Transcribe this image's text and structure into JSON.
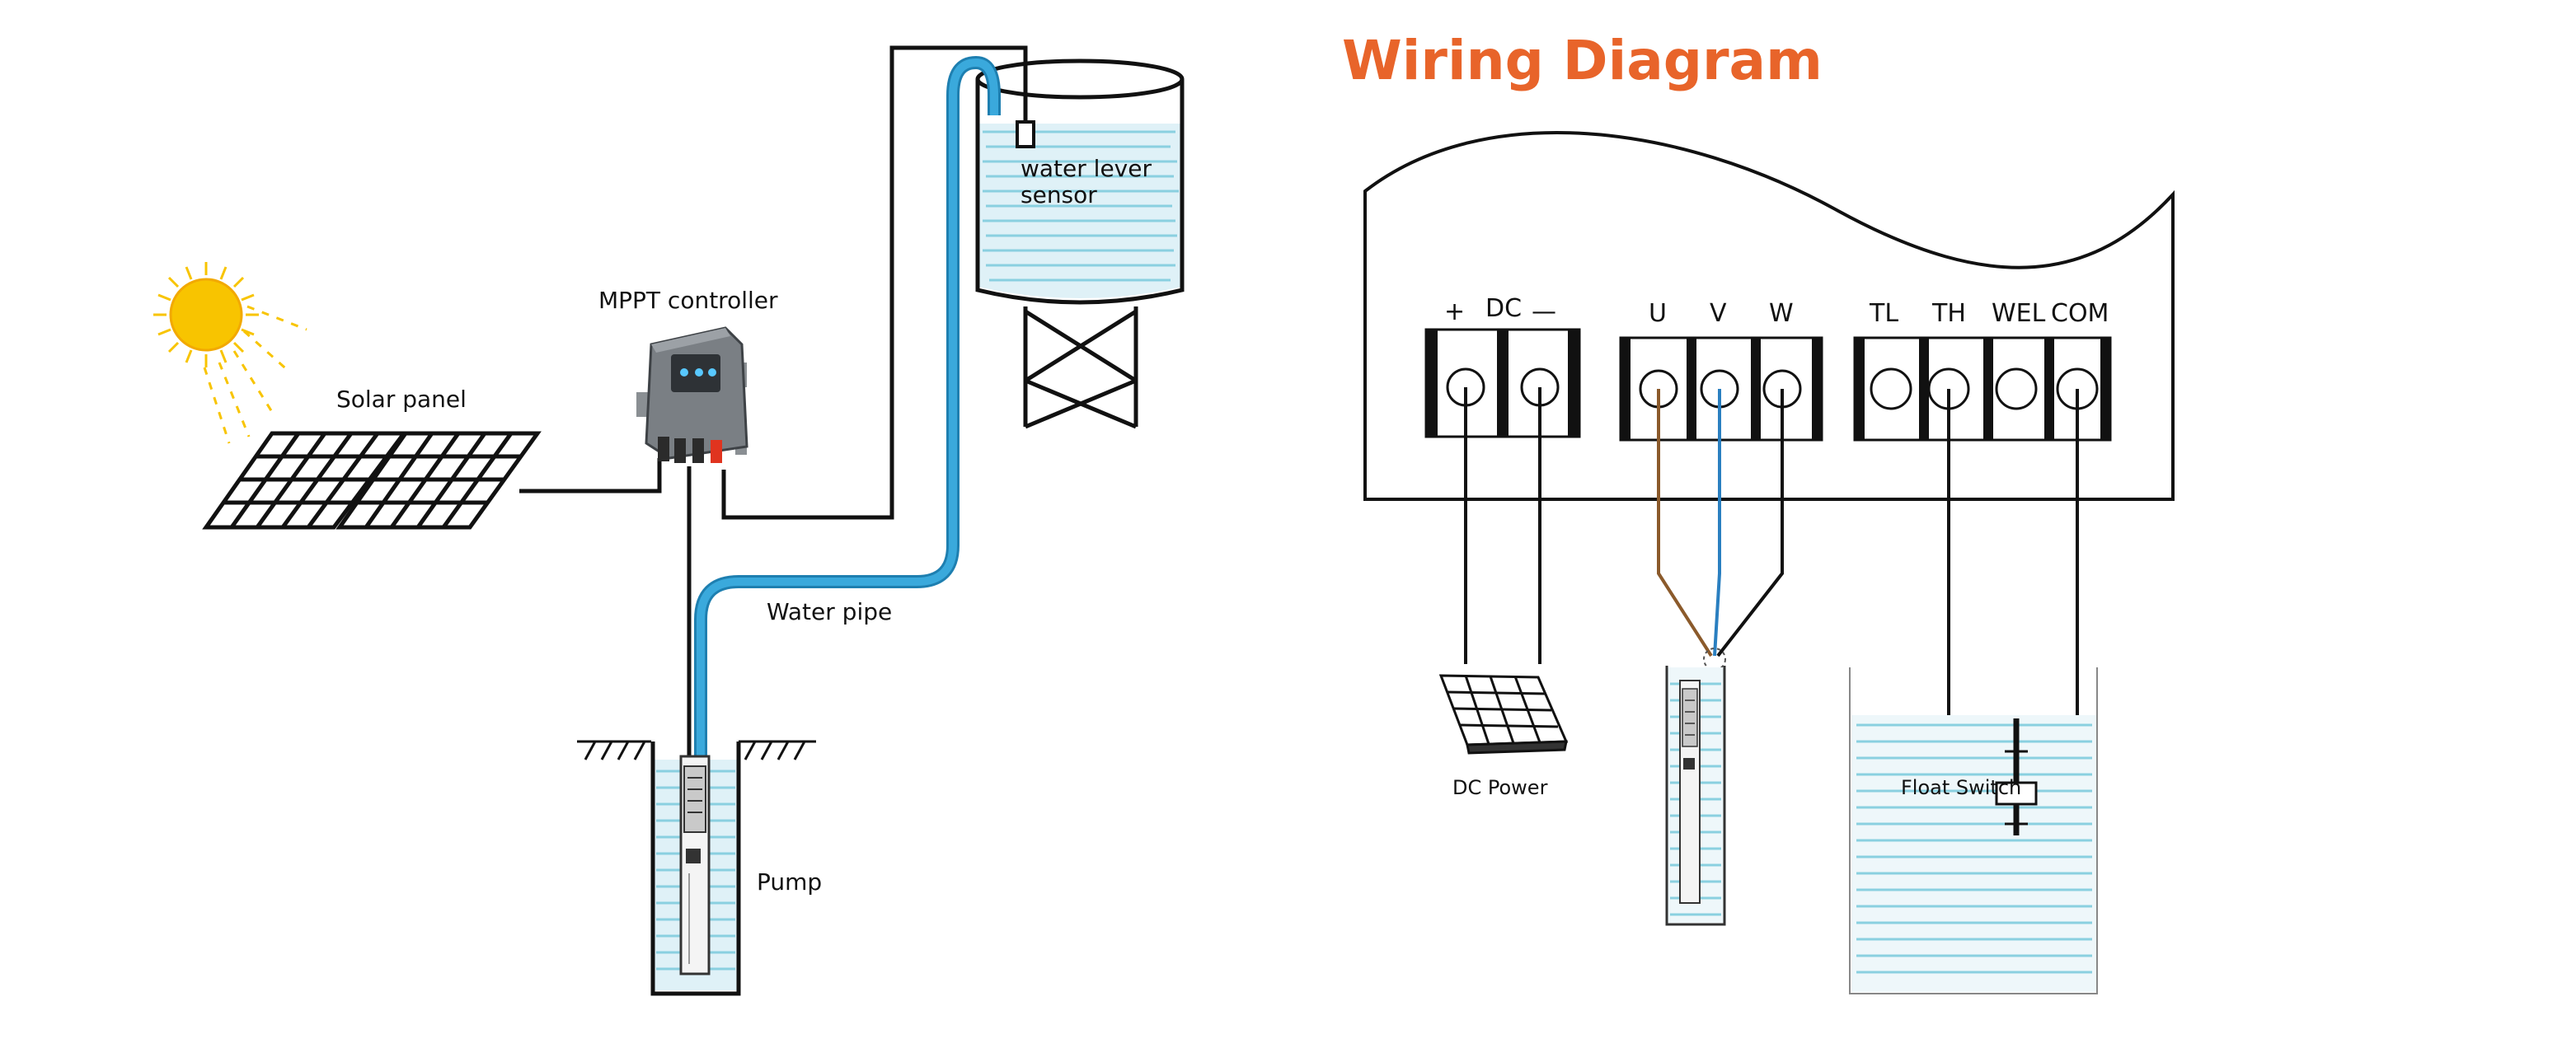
{
  "title": "Wiring Diagram",
  "colors": {
    "title": "#e8642a",
    "pipe": "#3aa9dc",
    "water": "#8ad0e0",
    "sun": "#f8c400",
    "wire_u": "#8b5a2b",
    "wire_v": "#2a7fc0",
    "wire_w": "#111111"
  },
  "system": {
    "solar_panel_label": "Solar panel",
    "controller_label": "MPPT controller",
    "sensor_label_line1": "water lever",
    "sensor_label_line2": "sensor",
    "pipe_label": "Water pipe",
    "pump_label": "Pump"
  },
  "wiring": {
    "dc_plus": "+",
    "dc_label": "DC",
    "dc_minus": "—",
    "motor_terminals": [
      "U",
      "V",
      "W"
    ],
    "control_terminals": [
      "TL",
      "TH",
      "WEL",
      "COM"
    ],
    "dc_power_label": "DC Power",
    "float_switch_label": "Float Switch"
  }
}
